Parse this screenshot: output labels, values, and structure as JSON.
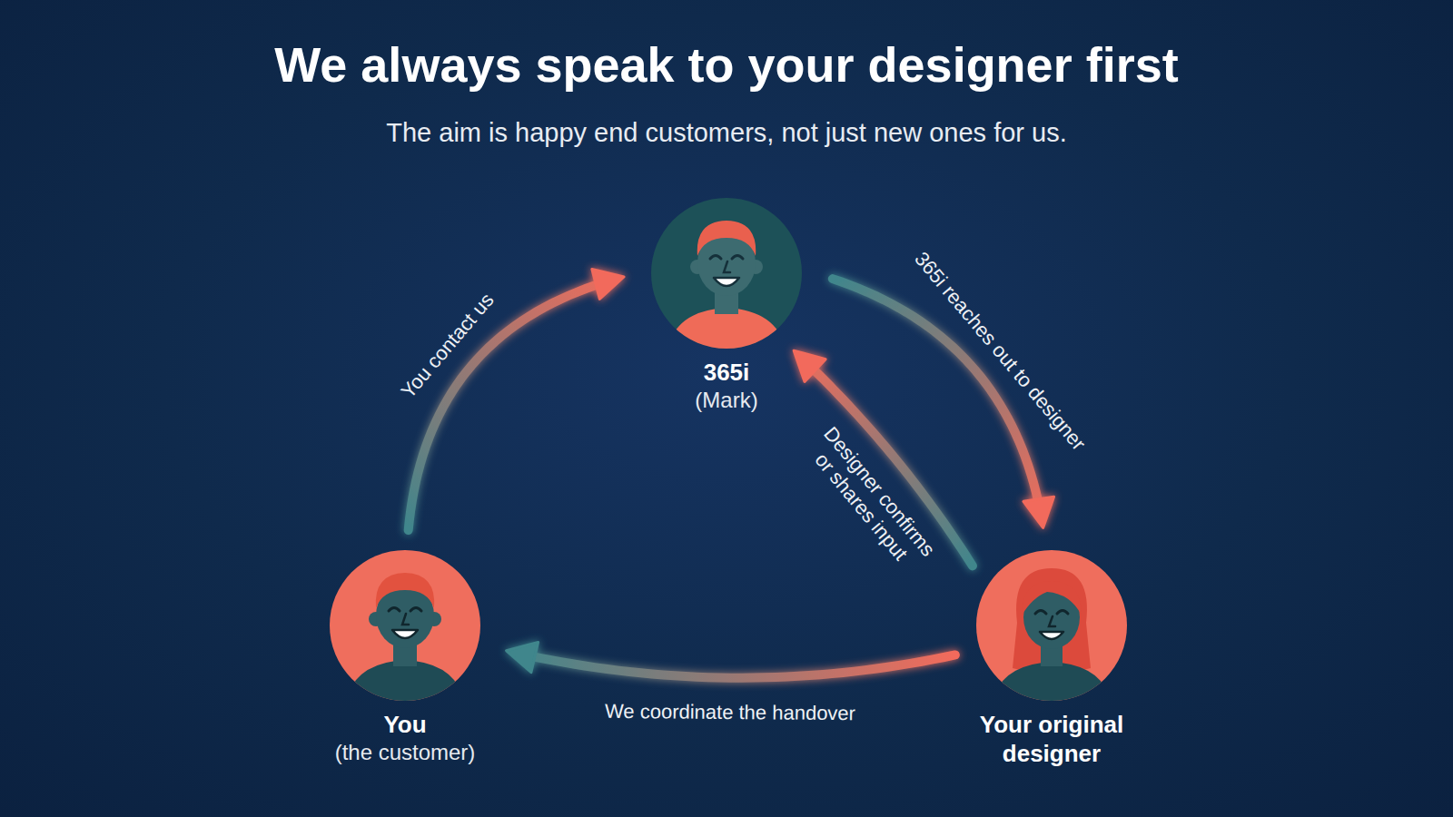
{
  "diagram": {
    "title": "We always speak to your designer first",
    "nodes": [
      {
        "text": [
          "365i",
          "(Mark)"
        ]
      },
      {
        "text": [
          "You",
          "(the customer)"
        ]
      },
      {
        "text": [
          "Your original designer"
        ]
      }
    ],
    "edges": [
      {
        "from": 1,
        "to": 0,
        "label": "You contact us",
        "arrow": "to"
      },
      {
        "from": 0,
        "to": 2,
        "label": "365i reaches out to designer",
        "arrow": "to"
      },
      {
        "from": 2,
        "to": 0,
        "label": "Designer confirms or shares input",
        "arrow": "to"
      },
      {
        "from": 2,
        "to": 1,
        "label": "We coordinate the handover",
        "arrow": "to"
      }
    ],
    "labels": [
      "The aim is happy end customers, not just new ones for us."
    ]
  }
}
